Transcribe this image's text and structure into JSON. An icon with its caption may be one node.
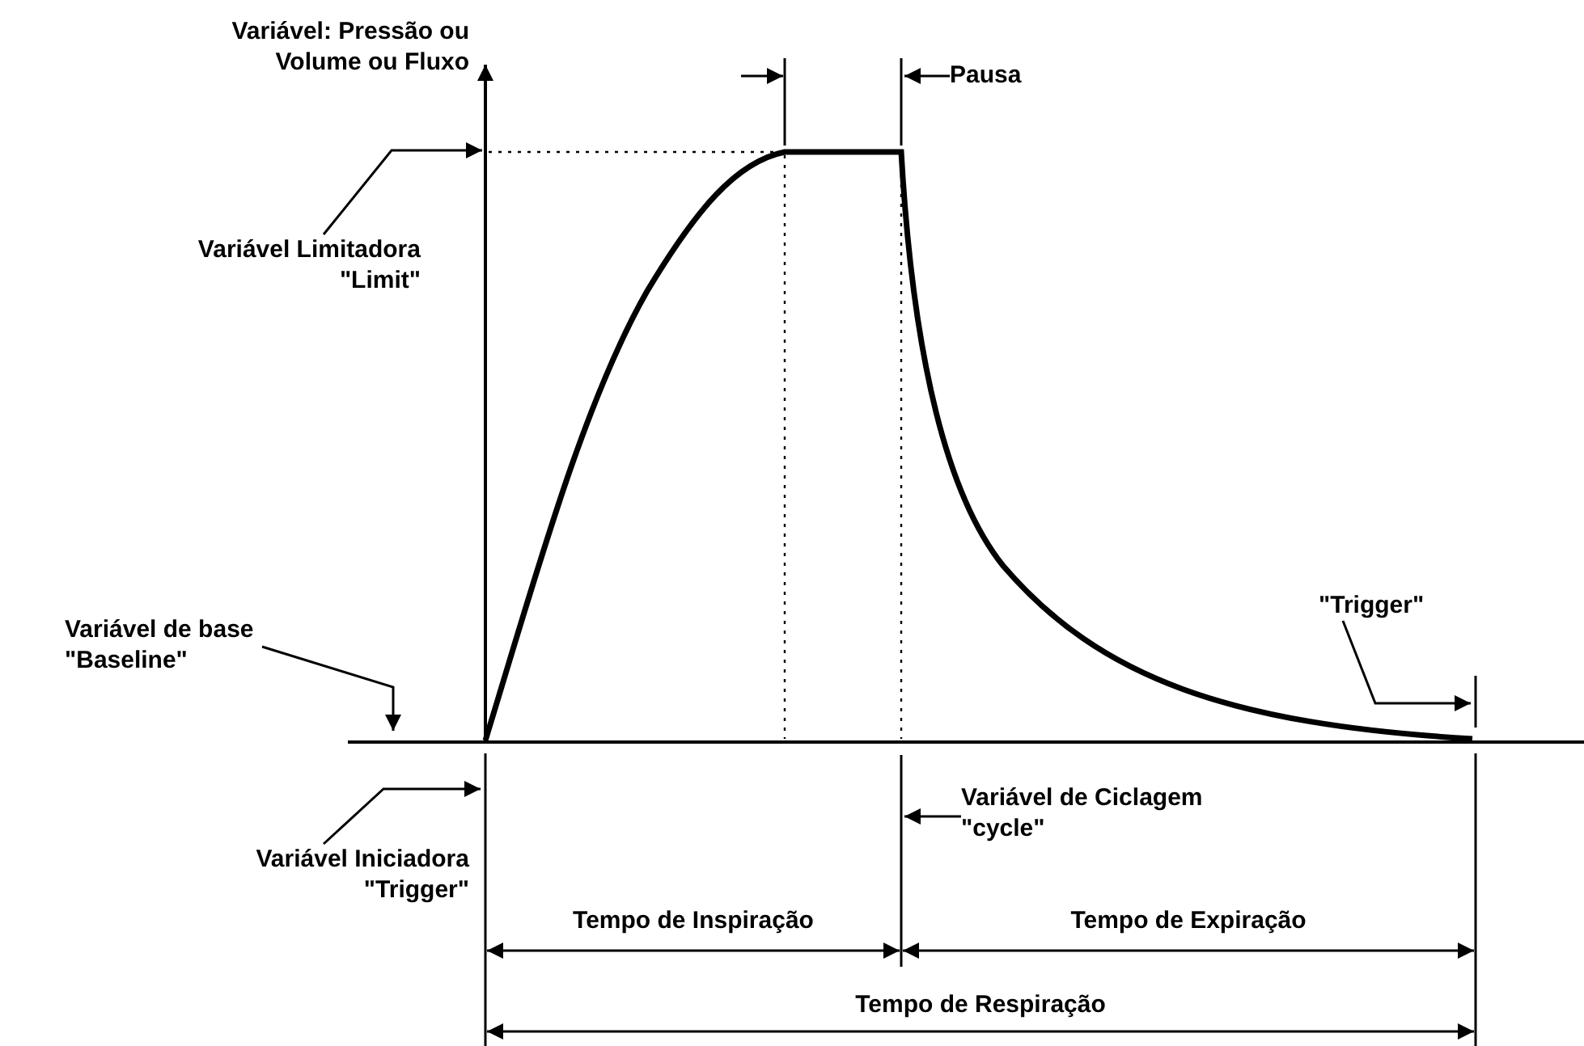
{
  "diagram": {
    "nodes": [
      {
        "text": [
          "Variável Limitadora \"Limit\""
        ]
      },
      {
        "text": [
          "Variável de base \"Baseline\""
        ]
      },
      {
        "text": [
          "Variável Iniciadora \"Trigger\""
        ]
      },
      {
        "text": [
          "Pausa"
        ]
      },
      {
        "text": [
          "Variável de Ciclagem \"cycle\""
        ]
      },
      {
        "text": [
          "\"Trigger\""
        ]
      }
    ],
    "edges": [
      {
        "from": 0,
        "to": null,
        "arrow": "to"
      },
      {
        "from": 1,
        "to": null,
        "arrow": "to"
      },
      {
        "from": 2,
        "to": null,
        "arrow": "to"
      },
      {
        "from": 3,
        "to": null,
        "arrow": "to"
      },
      {
        "from": 4,
        "to": null,
        "arrow": "to"
      },
      {
        "from": 5,
        "to": null,
        "arrow": "to"
      }
    ],
    "labels": [
      "Variável: Pressão ou Volume ou Fluxo",
      "Tempo de Inspiração",
      "Tempo de Expiração",
      "Tempo de Respiração"
    ]
  }
}
